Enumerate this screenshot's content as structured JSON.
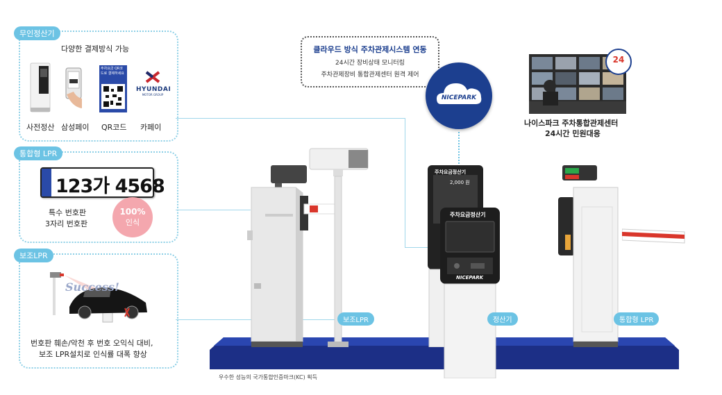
{
  "panels": {
    "unmanned": {
      "tag": "무인정산기",
      "heading": "다양한 결제방식 가능",
      "methods": [
        "사전정산",
        "삼성페이",
        "QR코드",
        "카페이"
      ],
      "qr_text": "주차요금 QR코드로 결제하세요",
      "hyundai_brand": "HYUNDAI",
      "hyundai_sub": "MOTOR GROUP"
    },
    "integrated_lpr": {
      "tag": "통합형 LPR",
      "plate": "123가 4568",
      "desc_line1": "특수 번호판",
      "desc_line2": "3자리 번호판",
      "badge_value": "100%",
      "badge_label": "인식"
    },
    "aux_lpr": {
      "tag": "보조LPR",
      "success": "Success!",
      "desc_line1": "번호판 훼손/악천 후 번호 오익식 대비,",
      "desc_line2": "보조 LPR설치로 인식률 대폭 향상"
    }
  },
  "cloud_box": {
    "title": "클라우드 방식 주차관제시스템 연동",
    "line1": "24시간 장비상태 모니터링",
    "line2": "주차관제장비 통합관제센터 원격 제어"
  },
  "cloud_logo": "NICEPARK",
  "control_center": {
    "badge": "24",
    "line1": "나이스파크 주차통합관제센터",
    "line2": "24시간 민원대응"
  },
  "kiosk": {
    "screen_title": "주차요금정산기",
    "screen_amount": "2,000 원",
    "front_title": "주차요금정산기",
    "brand": "NICEPARK"
  },
  "stage_labels": {
    "aux_lpr": "보조LPR",
    "kiosk": "정산기",
    "integrated_lpr": "통합형 LPR"
  },
  "footnote": "우수한 성능의 국가통합인증마크(KC) 획득",
  "colors": {
    "accent": "#6cc3e4",
    "navy": "#1c3f8f",
    "barrier_red": "#d9362b",
    "badge_pink": "#f4a7ae"
  }
}
